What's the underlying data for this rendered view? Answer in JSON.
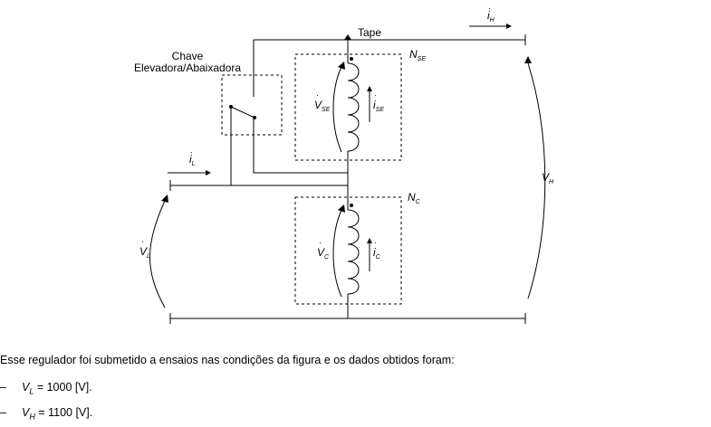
{
  "diagram": {
    "switch_label_line1": "Chave",
    "switch_label_line2": "Elevadora/Abaixadora",
    "tap_label": "Tape",
    "n_se": {
      "base": "N",
      "sub": "SE"
    },
    "n_c": {
      "base": "N",
      "sub": "C"
    },
    "i_h": {
      "base": "i",
      "sub": "H"
    },
    "i_l": {
      "base": "i",
      "sub": "L"
    },
    "v_se": {
      "base": "V",
      "sub": "SE"
    },
    "i_se": {
      "base": "i",
      "sub": "SE"
    },
    "v_c": {
      "base": "V",
      "sub": "C"
    },
    "i_c": {
      "base": "i",
      "sub": "C"
    },
    "v_h": {
      "base": "V",
      "sub": "H"
    },
    "v_l": {
      "base": "V",
      "sub": "L"
    },
    "overdot": "·"
  },
  "text": {
    "caption": "Esse regulador foi submetido a ensaios nas condições da figura e os dados obtidos foram:",
    "items": [
      {
        "dash": "–",
        "var": "V",
        "sub": "L",
        "rest": " = 1000 [V]."
      },
      {
        "dash": "–",
        "var": "V",
        "sub": "H",
        "rest": " = 1100 [V]."
      }
    ]
  }
}
